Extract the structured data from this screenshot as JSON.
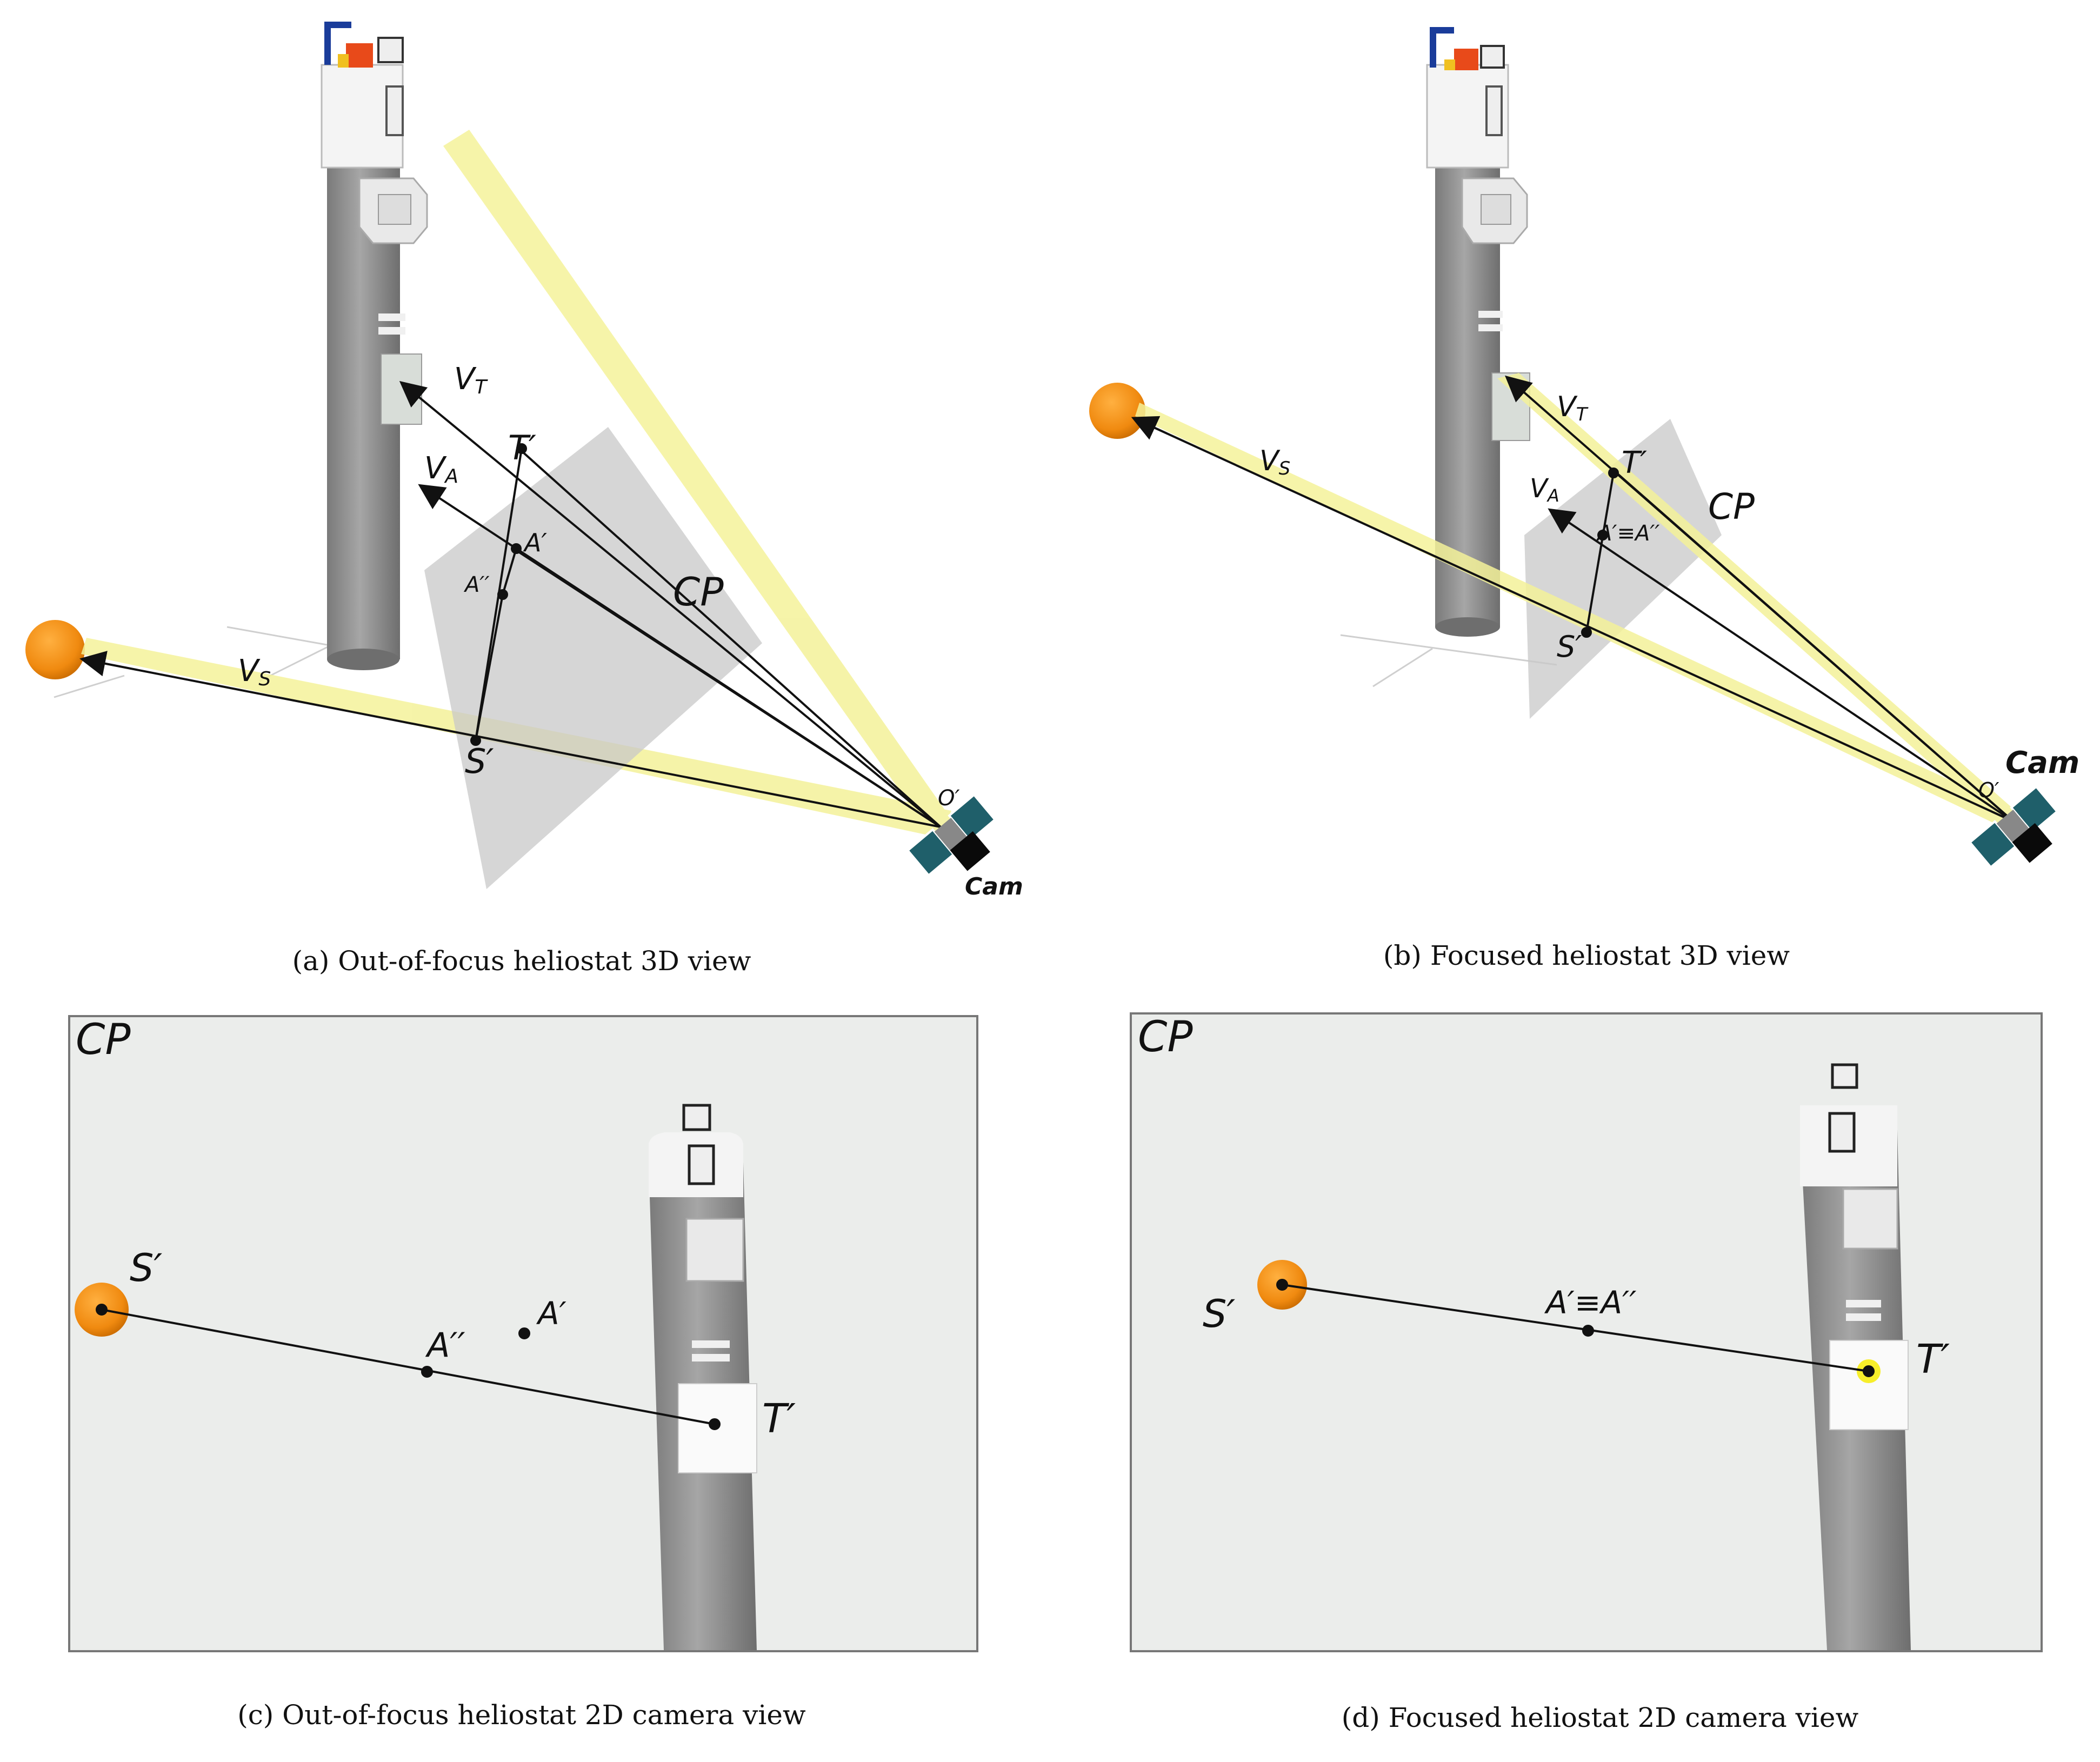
{
  "panels": [
    {
      "caption": "(a) Out-of-focus heliostat 3D view",
      "labels": {
        "vt": "V",
        "vt_sub": "T",
        "va": "V",
        "va_sub": "A",
        "vs": "V",
        "vs_sub": "S",
        "t": "T′",
        "a1": "A′",
        "a2": "A′′",
        "s": "S′",
        "cp": "CP",
        "o": "O′",
        "cam": "Cam"
      }
    },
    {
      "caption": "(b) Focused heliostat 3D view",
      "labels": {
        "vt": "V",
        "vt_sub": "T",
        "va": "V",
        "va_sub": "A",
        "vs": "V",
        "vs_sub": "S",
        "t": "T′",
        "a": "A′≡A′′",
        "s": "S′",
        "cp": "CP",
        "o": "O′",
        "cam": "Cam"
      }
    },
    {
      "caption": "(c) Out-of-focus heliostat 2D camera view",
      "labels": {
        "cp": "CP",
        "s": "S′",
        "a2": "A′′",
        "a1": "A′",
        "t": "T′"
      }
    },
    {
      "caption": "(d) Focused heliostat 2D camera view",
      "labels": {
        "cp": "CP",
        "s": "S′",
        "a": "A′≡A′′",
        "t": "T′"
      }
    }
  ],
  "colors": {
    "sun": "#f08a10",
    "beam": "#f6f4a0",
    "tower": "#8a8a8a",
    "plane": "#cdcdcd",
    "camera_body": "#1f5f6a",
    "view_bg": "#ebedeb"
  }
}
